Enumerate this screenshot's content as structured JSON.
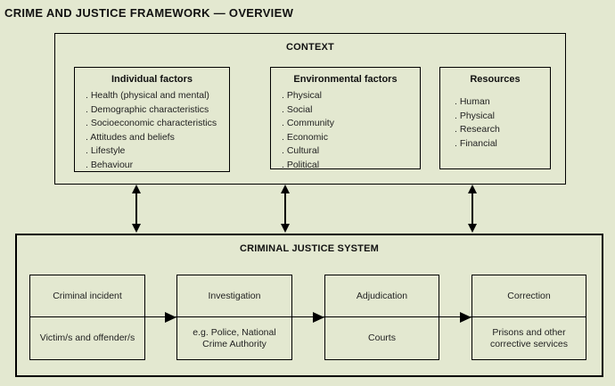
{
  "title": "CRIME AND JUSTICE FRAMEWORK — OVERVIEW",
  "colors": {
    "background": "#e3e8d0",
    "border": "#000000",
    "text": "#111111"
  },
  "context": {
    "label": "CONTEXT",
    "groups": [
      {
        "heading": "Individual factors",
        "items": [
          "Health (physical and mental)",
          "Demographic characteristics",
          "Socioeconomic characteristics",
          "Attitudes and beliefs",
          "Lifestyle",
          "Behaviour"
        ]
      },
      {
        "heading": "Environmental factors",
        "items": [
          "Physical",
          "Social",
          "Community",
          "Economic",
          "Cultural",
          "Political"
        ]
      },
      {
        "heading": "Resources",
        "items": [
          "Human",
          "Physical",
          "Research",
          "Financial"
        ]
      }
    ]
  },
  "criminal_justice_system": {
    "label": "CRIMINAL JUSTICE SYSTEM",
    "stages": [
      {
        "top": "Criminal incident",
        "bottom": "Victim/s and offender/s"
      },
      {
        "top": "Investigation",
        "bottom": "e.g. Police, National Crime Authority"
      },
      {
        "top": "Adjudication",
        "bottom": "Courts"
      },
      {
        "top": "Correction",
        "bottom": "Prisons and other corrective services"
      }
    ]
  }
}
